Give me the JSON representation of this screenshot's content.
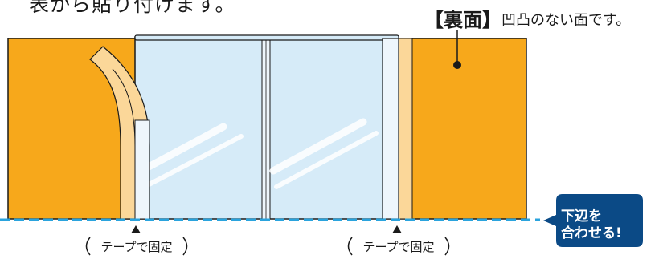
{
  "top_partial_text": "表から貼り付けます。",
  "back_side_title": "【裏面】",
  "back_side_desc": "凹凸のない面です。",
  "tape_labels": [
    "テープで固定",
    "テープで固定"
  ],
  "callout": {
    "line1": "下辺を",
    "line2": "合わせる!"
  },
  "colors": {
    "cover_orange": "#F7A81B",
    "tape_light": "#FBD799",
    "sleeve_blue": "#D6EBF8",
    "dashed_line": "#2AA3DD",
    "callout_bg": "#0B4A86",
    "outline": "#1a1a1a"
  },
  "icons": [
    "triangle-up-marker",
    "pin-dot"
  ]
}
